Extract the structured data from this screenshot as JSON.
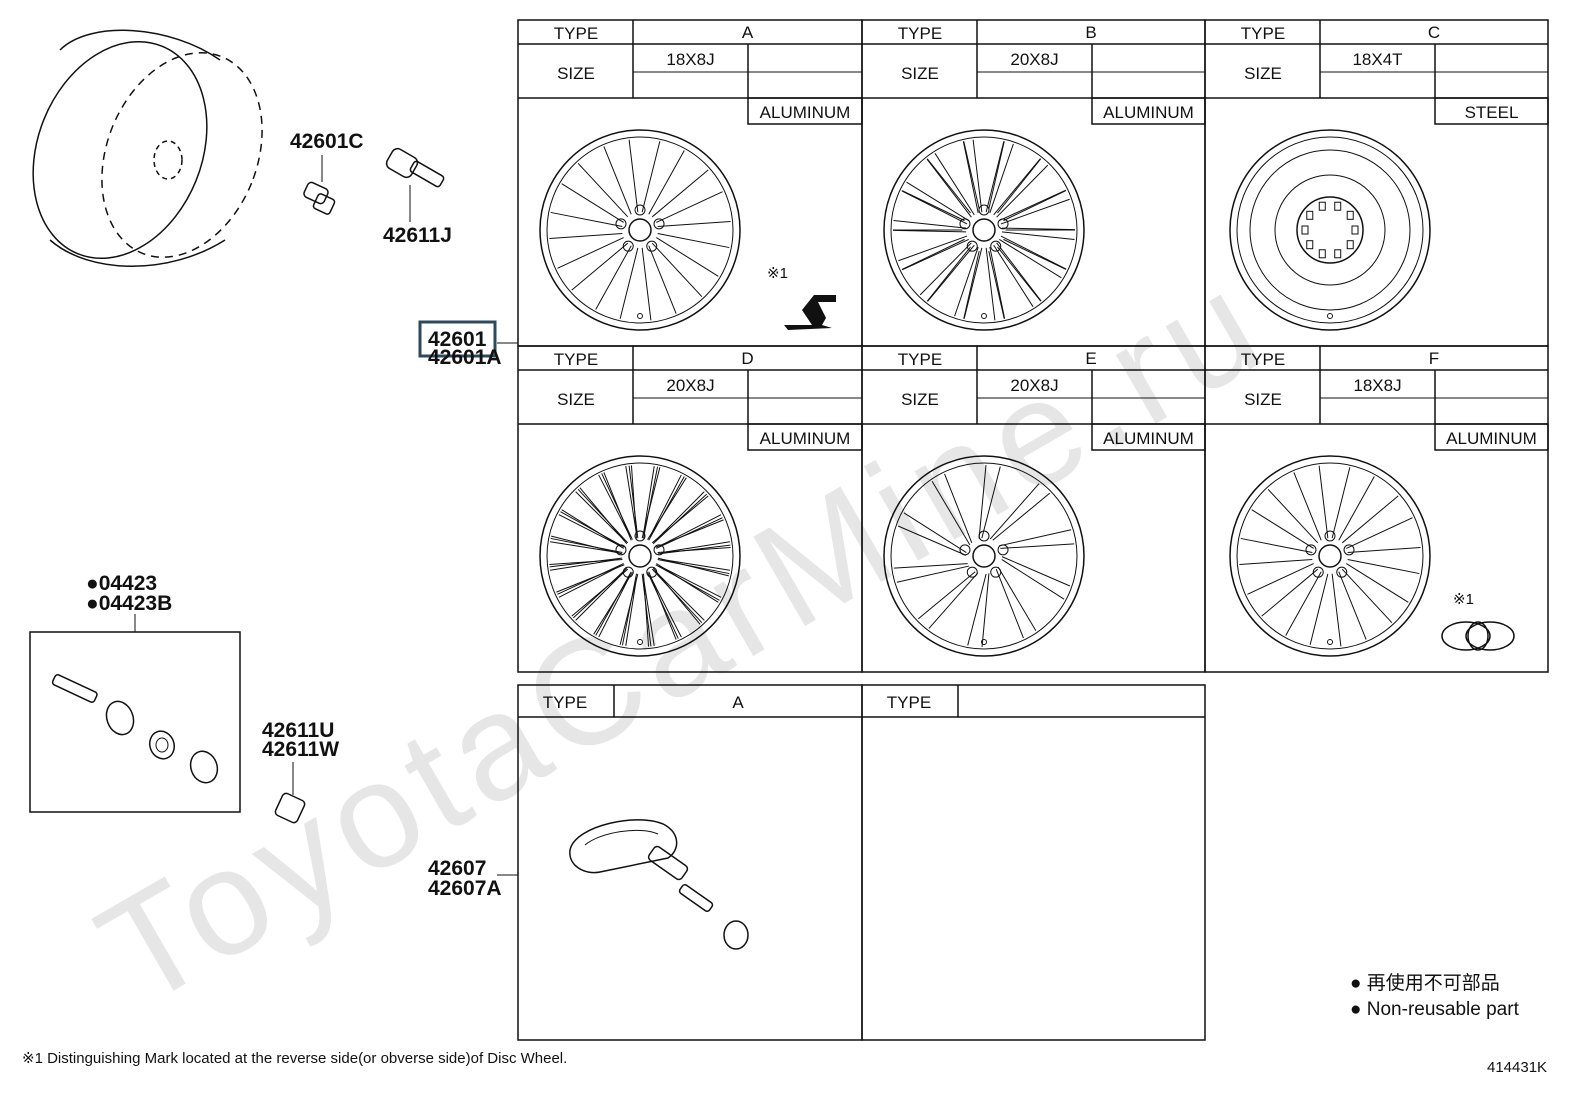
{
  "watermark": "ToyotaCarMine.ru",
  "parts": {
    "p42601C": "42601C",
    "p42611J": "42611J",
    "p42601": "42601",
    "p42601A": "42601A",
    "p04423": "04423",
    "p04423B": "04423B",
    "p42611U": "42611U",
    "p42611W": "42611W",
    "p42607": "42607",
    "p42607A": "42607A"
  },
  "wheel_table": {
    "type_label": "TYPE",
    "size_label": "SIZE",
    "cells": [
      {
        "type": "A",
        "size": "18X8J",
        "material": "ALUMINUM",
        "mark": "※1"
      },
      {
        "type": "B",
        "size": "20X8J",
        "material": "ALUMINUM",
        "mark": ""
      },
      {
        "type": "C",
        "size": "18X4T",
        "material": "STEEL",
        "mark": ""
      },
      {
        "type": "D",
        "size": "20X8J",
        "material": "ALUMINUM",
        "mark": ""
      },
      {
        "type": "E",
        "size": "20X8J",
        "material": "ALUMINUM",
        "mark": ""
      },
      {
        "type": "F",
        "size": "18X8J",
        "material": "ALUMINUM",
        "mark": "※1"
      }
    ]
  },
  "sensor_table": {
    "type_label": "TYPE",
    "cells": [
      {
        "type": "A"
      },
      {
        "type": ""
      }
    ]
  },
  "legend": {
    "bullet": "●",
    "line_ja": "再使用不可部品",
    "line_en": "Non-reusable part"
  },
  "footnote": "※1 Distinguishing Mark located at the reverse side(or obverse side)of Disc Wheel.",
  "diagram_id": "414431K",
  "colors": {
    "highlight_box": "#2b4a5c",
    "line": "#111111"
  }
}
